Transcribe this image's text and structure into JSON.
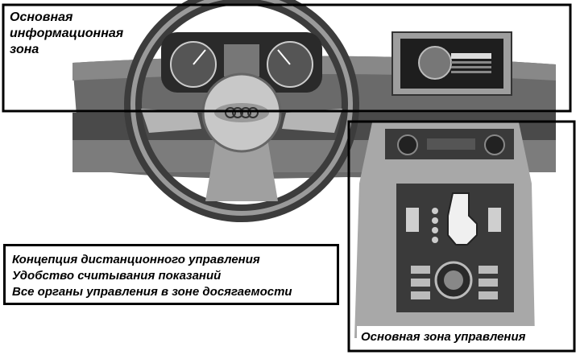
{
  "labels": {
    "info_zone": [
      "Основная",
      "информационная",
      "зона"
    ],
    "concept": [
      "Концепция дистанционного управления",
      "Удобство считывания показаний",
      "Все органы управления в зоне досягаемости"
    ],
    "control_zone": "Основная зона управления"
  },
  "icons": [
    "steering-wheel-icon",
    "instrument-cluster-icon",
    "mmi-display-icon",
    "gear-shifter-icon",
    "control-knob-icon"
  ],
  "colors": {
    "frame": "#000000",
    "dash_dark": "#555555",
    "dash_mid": "#8a8a8a",
    "console": "#a8a8a8",
    "console_dark": "#3a3a3a"
  }
}
